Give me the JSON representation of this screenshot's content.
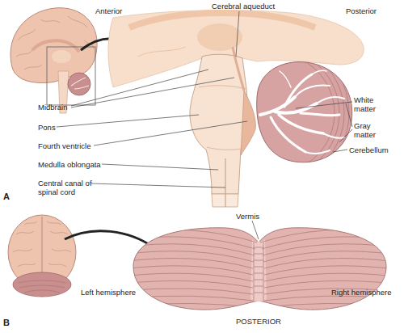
{
  "diagram": {
    "labels": [
      "Anterior",
      "Cerebral aqueduct",
      "Posterior",
      "Midbrain",
      "Pons",
      "Fourth ventricle",
      "Medulla oblongata",
      "Central canal of spinal cord",
      "White matter",
      "Gray matter",
      "Cerebellum",
      "A",
      "Vermis",
      "Left hemisphere",
      "Right hemisphere",
      "POSTERIOR",
      "B"
    ]
  }
}
